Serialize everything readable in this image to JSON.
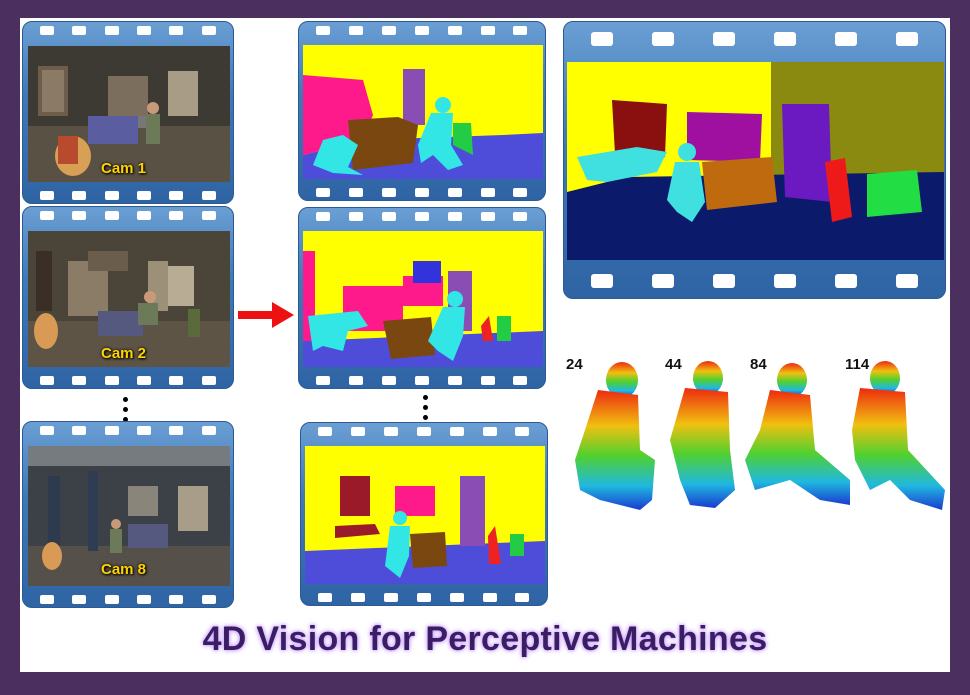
{
  "title": "4D Vision for Perceptive Machines",
  "cameras": [
    {
      "label": "Cam 1"
    },
    {
      "label": "Cam 2"
    },
    {
      "label": "Cam 8"
    }
  ],
  "frames": [
    "24",
    "44",
    "84",
    "114"
  ],
  "colors": {
    "background": "#4b2f5f",
    "film": "#3f79b8",
    "title": "#3a1d63",
    "label": "#ffd200",
    "seg_wall": "#ffff00",
    "seg_floor": "#4d4dd9",
    "seg_person": "#33e6e6",
    "seg_sofa": "#7a4710",
    "seg_shelf": "#ff1a8c",
    "seg_rack": "#8a4db3",
    "seg_arrow": "#ee1111"
  }
}
